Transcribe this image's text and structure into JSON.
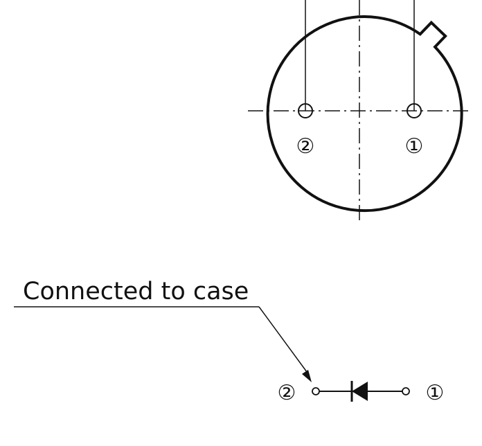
{
  "callout": {
    "text": "Connected to case"
  },
  "top_view": {
    "pin_labels": {
      "left": "②",
      "right": "①"
    }
  },
  "schematic": {
    "left_terminal_label": "②",
    "right_terminal_label": "①",
    "symbol": "diode"
  },
  "colors": {
    "line": "#111111",
    "background": "#ffffff"
  }
}
